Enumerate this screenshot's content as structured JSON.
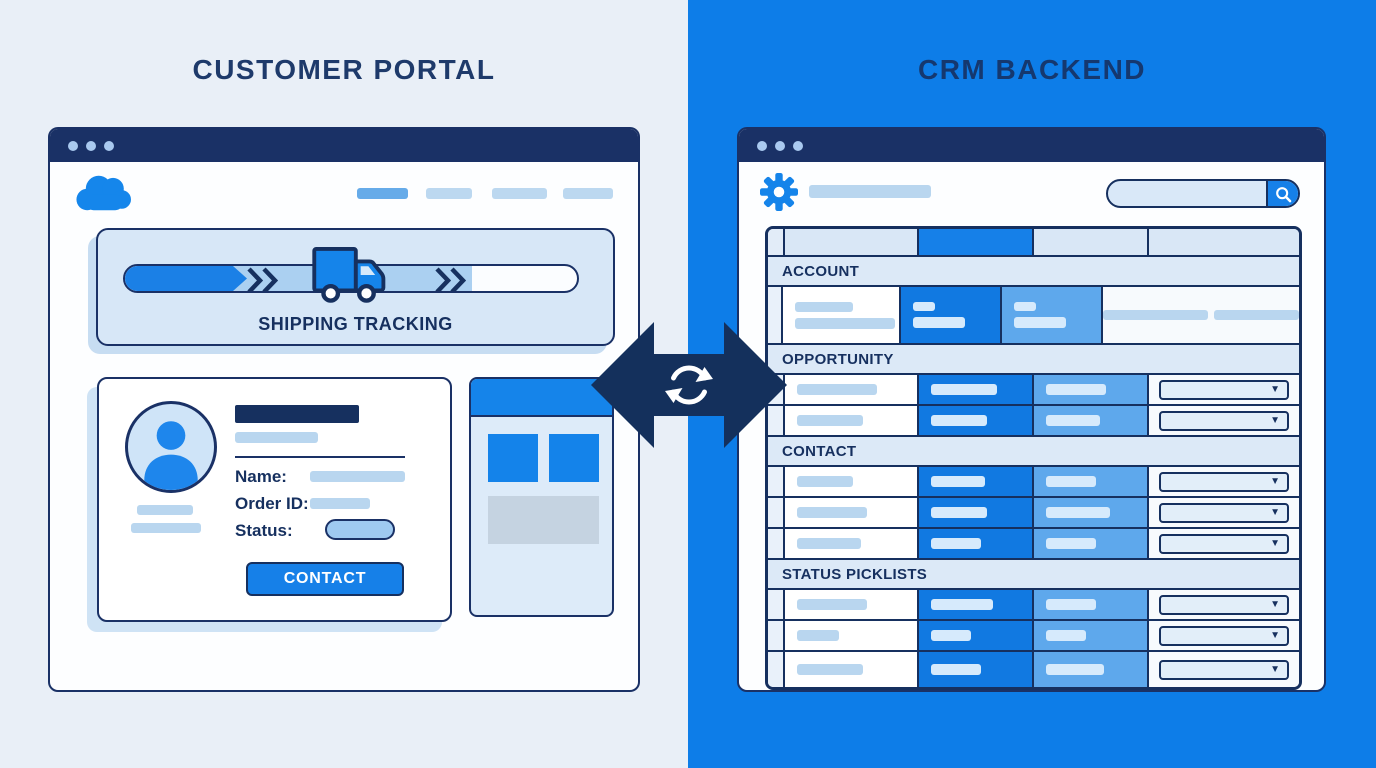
{
  "titles": {
    "left": "CUSTOMER PORTAL",
    "right": "CRM BACKEND"
  },
  "colors": {
    "left_background": "#e9eff7",
    "right_background": "#0d7de8",
    "navy": "#16305f",
    "accent_blue": "#1680e8",
    "medium_blue": "#5ea8ec",
    "light_blue": "#b9d6ef",
    "pale_panel": "#d7e7f7"
  },
  "portal": {
    "shipping_label": "SHIPPING TRACKING",
    "nav_items": [
      {
        "active": true
      },
      {
        "active": false
      },
      {
        "active": false
      },
      {
        "active": false
      }
    ],
    "card": {
      "name_label": "Name:",
      "order_id_label": "Order ID:",
      "status_label": "Status:",
      "contact_button": "CONTACT"
    }
  },
  "crm": {
    "dropdown_arrow": "▼",
    "sections": [
      {
        "label": "ACCOUNT",
        "rows": [
          {
            "type": "account"
          }
        ]
      },
      {
        "label": "OPPORTUNITY",
        "rows": [
          {
            "type": "picklist",
            "bars": [
              80,
              66,
              60
            ]
          },
          {
            "type": "picklist",
            "bars": [
              66,
              56,
              54
            ]
          }
        ]
      },
      {
        "label": "CONTACT",
        "rows": [
          {
            "type": "picklist",
            "bars": [
              56,
              54,
              50
            ]
          },
          {
            "type": "picklist",
            "bars": [
              70,
              56,
              64
            ]
          },
          {
            "type": "picklist",
            "bars": [
              64,
              50,
              50
            ]
          }
        ]
      },
      {
        "label": "STATUS PICKLISTS",
        "rows": [
          {
            "type": "picklist",
            "bars": [
              70,
              62,
              50
            ]
          },
          {
            "type": "picklist",
            "bars": [
              42,
              40,
              40
            ]
          },
          {
            "type": "picklist",
            "bars": [
              66,
              50,
              58
            ]
          }
        ]
      }
    ]
  },
  "icons": {
    "cloud": "cloud-logo",
    "gear": "settings-gear",
    "magnifier": "search",
    "truck": "delivery-truck",
    "sync": "sync-arrows",
    "avatar": "user-silhouette",
    "dropdown": "caret-down"
  }
}
